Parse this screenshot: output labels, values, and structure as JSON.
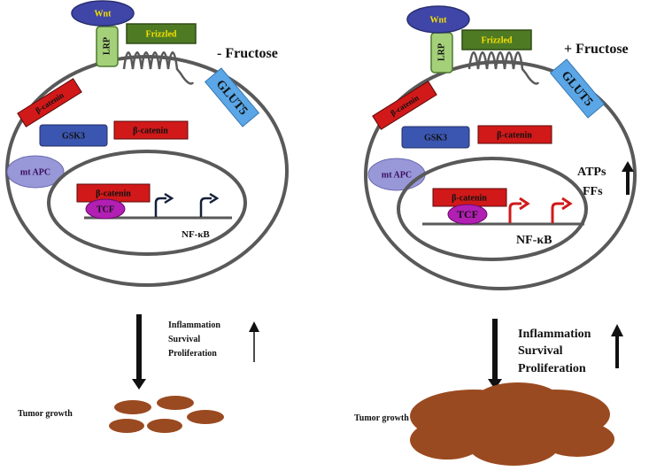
{
  "colors": {
    "wnt_fill": "#3f46a8",
    "wnt_text": "#f5e000",
    "lrp_fill": "#a4d07a",
    "frizzled_fill": "#4e7a24",
    "frizzled_text": "#f5e000",
    "glut5_fill": "#5aa6e6",
    "beta_catenin_fill": "#d11919",
    "gsk3_fill": "#3b56b0",
    "mt_apc_fill": "#9898d8",
    "mt_apc_text": "#3a0f5e",
    "tcf_fill": "#b11fb3",
    "cell_outline": "#595959",
    "dna_line": "#595959",
    "arrow_normal": "#14203a",
    "arrow_fructose": "#d11919",
    "tumor_fill": "#9a4a20"
  },
  "panels": {
    "left": {
      "wnt": "Wnt",
      "lrp": "LRP",
      "frizzled": "Frizzled",
      "glut5": "GLUT5",
      "condition": "- Fructose",
      "beta_catenin_membrane": "β-catenin",
      "gsk3": "GSK3",
      "beta_catenin_cytoplasm": "β-catenin",
      "mt_apc": "mt APC",
      "beta_catenin_nucleus": "β-catenin",
      "tcf": "TCF",
      "nfkb": "NF-κB",
      "outcomes": [
        "Inflammation",
        "Survival",
        "Proliferation"
      ],
      "tumor_growth": "Tumor growth"
    },
    "right": {
      "wnt": "Wnt",
      "lrp": "LRP",
      "frizzled": "Frizzled",
      "glut5": "GLUT5",
      "condition": "+ Fructose",
      "beta_catenin_membrane": "β-catenin",
      "gsk3": "GSK3",
      "beta_catenin_cytoplasm": "β-catenin",
      "mt_apc": "mt APC",
      "atps": "ATPs",
      "ffs": "FFs",
      "beta_catenin_nucleus": "β-catenin",
      "tcf": "TCF",
      "nfkb": "NF-κB",
      "outcomes": [
        "Inflammation",
        "Survival",
        "Proliferation"
      ],
      "tumor_growth": "Tumor growth"
    }
  }
}
